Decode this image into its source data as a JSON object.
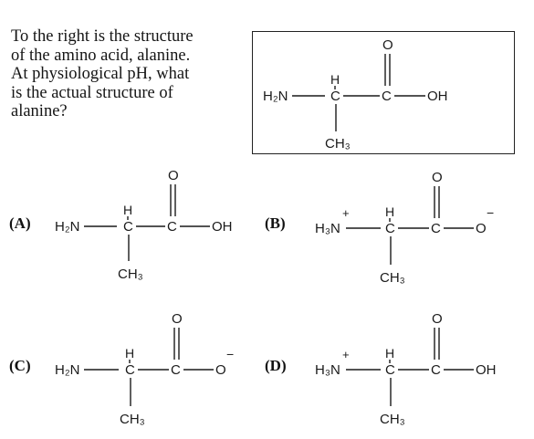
{
  "question": {
    "lines": [
      "To the right is the structure",
      "of the amino acid, alanine.",
      "At physiological pH, what",
      "is the actual structure of",
      "alanine?"
    ]
  },
  "reference": {
    "left_group": "H₂N",
    "alpha_h": "H",
    "alpha_c": "C",
    "carbonyl_c": "C",
    "carbonyl_o": "O",
    "right_group": "OH",
    "side_chain": "CH₃"
  },
  "options": [
    {
      "label": "(A)",
      "left_group": "H₂N",
      "charge_left": "",
      "alpha_h": "H",
      "alpha_c": "C",
      "carbonyl_c": "C",
      "carbonyl_o": "O",
      "right_group": "OH",
      "charge_right": "",
      "side_chain": "CH₃"
    },
    {
      "label": "(B)",
      "left_group": "H₃N",
      "charge_left": "+",
      "alpha_h": "H",
      "alpha_c": "C",
      "carbonyl_c": "C",
      "carbonyl_o": "O",
      "right_group": "O",
      "charge_right": "−",
      "side_chain": "CH₃"
    },
    {
      "label": "(C)",
      "left_group": "H₂N",
      "charge_left": "",
      "alpha_h": "H",
      "alpha_c": "C",
      "carbonyl_c": "C",
      "carbonyl_o": "O",
      "right_group": "O",
      "charge_right": "−",
      "side_chain": "CH₃"
    },
    {
      "label": "(D)",
      "left_group": "H₃N",
      "charge_left": "+",
      "alpha_h": "H",
      "alpha_c": "C",
      "carbonyl_c": "C",
      "carbonyl_o": "O",
      "right_group": "OH",
      "charge_right": "",
      "side_chain": "CH₃"
    }
  ]
}
